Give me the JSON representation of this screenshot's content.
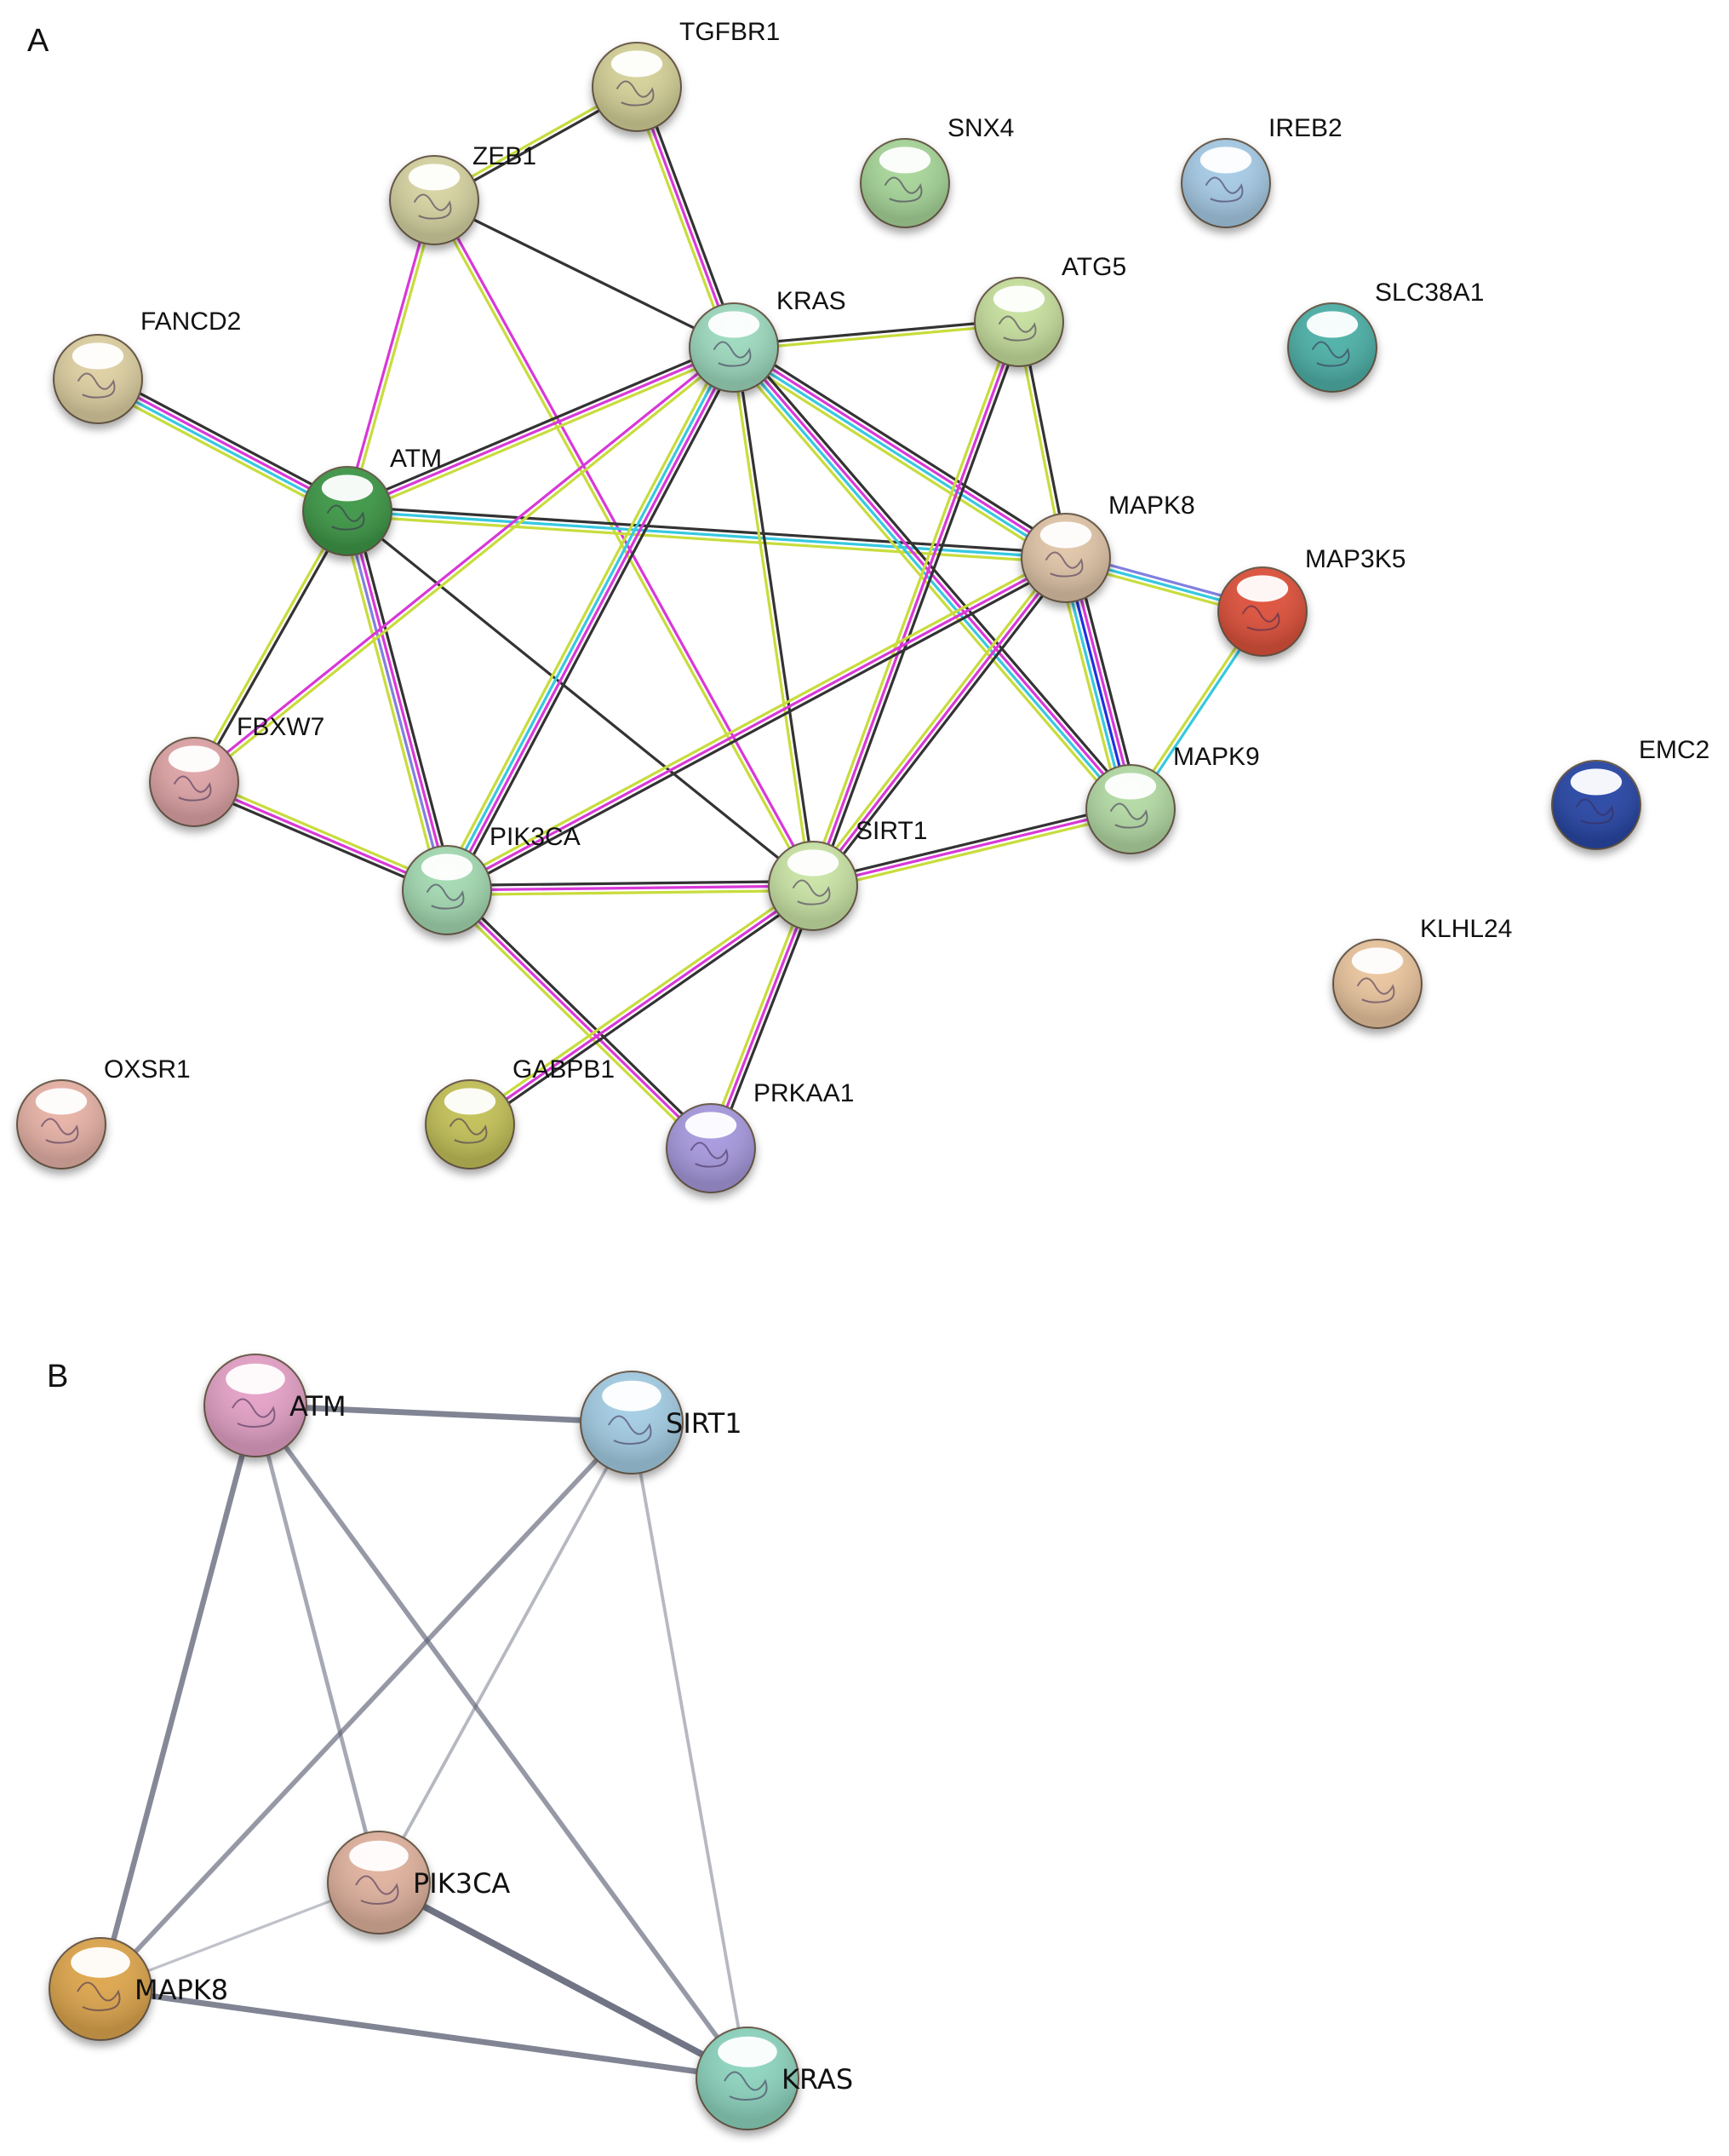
{
  "panels": {
    "a": {
      "letter": "A",
      "nodes": [
        {
          "id": "TGFBR1",
          "label": "TGFBR1",
          "color": "#d7d39a"
        },
        {
          "id": "ZEB1",
          "label": "ZEB1",
          "color": "#d8d5a3"
        },
        {
          "id": "SNX4",
          "label": "SNX4",
          "color": "#a9d89b"
        },
        {
          "id": "IREB2",
          "label": "IREB2",
          "color": "#a8cde8"
        },
        {
          "id": "KRAS",
          "label": "KRAS",
          "color": "#9fdcc0"
        },
        {
          "id": "ATG5",
          "label": "ATG5",
          "color": "#c9e2a0"
        },
        {
          "id": "SLC38A1",
          "label": "SLC38A1",
          "color": "#4fb3aa"
        },
        {
          "id": "FANCD2",
          "label": "FANCD2",
          "color": "#e0d2a4"
        },
        {
          "id": "ATM",
          "label": "ATM",
          "color": "#3f9a4a"
        },
        {
          "id": "MAPK8",
          "label": "MAPK8",
          "color": "#e2c7aa"
        },
        {
          "id": "MAP3K5",
          "label": "MAP3K5",
          "color": "#e0533e"
        },
        {
          "id": "FBXW7",
          "label": "FBXW7",
          "color": "#e0a6a8"
        },
        {
          "id": "MAPK9",
          "label": "MAPK9",
          "color": "#b5dca6"
        },
        {
          "id": "EMC2",
          "label": "EMC2",
          "color": "#2c48a8"
        },
        {
          "id": "PIK3CA",
          "label": "PIK3CA",
          "color": "#a6dcb4"
        },
        {
          "id": "SIRT1",
          "label": "SIRT1",
          "color": "#cce6a8"
        },
        {
          "id": "KLHL24",
          "label": "KLHL24",
          "color": "#ecc7a0"
        },
        {
          "id": "OXSR1",
          "label": "OXSR1",
          "color": "#e9b4a8"
        },
        {
          "id": "GABPB1",
          "label": "GABPB1",
          "color": "#c5c35a"
        },
        {
          "id": "PRKAA1",
          "label": "PRKAA1",
          "color": "#a99be0"
        }
      ],
      "edges": [
        {
          "from": "ZEB1",
          "to": "TGFBR1",
          "colors": [
            "#c8dc3c",
            "#333333"
          ]
        },
        {
          "from": "TGFBR1",
          "to": "KRAS",
          "colors": [
            "#333333",
            "#d838d8",
            "#c8dc3c"
          ]
        },
        {
          "from": "ZEB1",
          "to": "KRAS",
          "colors": [
            "#333333"
          ]
        },
        {
          "from": "ZEB1",
          "to": "ATM",
          "colors": [
            "#c8dc3c",
            "#d838d8"
          ]
        },
        {
          "from": "ZEB1",
          "to": "SIRT1",
          "colors": [
            "#d838d8",
            "#c8dc3c"
          ]
        },
        {
          "from": "FANCD2",
          "to": "ATM",
          "colors": [
            "#333333",
            "#d838d8",
            "#36c8e0",
            "#c8dc3c"
          ]
        },
        {
          "from": "ATM",
          "to": "KRAS",
          "colors": [
            "#333333",
            "#d838d8",
            "#c8dc3c"
          ]
        },
        {
          "from": "ATM",
          "to": "MAPK8",
          "colors": [
            "#333333",
            "#36c8e0",
            "#c8dc3c"
          ]
        },
        {
          "from": "ATM",
          "to": "FBXW7",
          "colors": [
            "#333333",
            "#c8dc3c"
          ]
        },
        {
          "from": "ATM",
          "to": "PIK3CA",
          "colors": [
            "#333333",
            "#d838d8",
            "#8080e0",
            "#c8dc3c"
          ]
        },
        {
          "from": "ATM",
          "to": "SIRT1",
          "colors": [
            "#333333"
          ]
        },
        {
          "from": "KRAS",
          "to": "ATG5",
          "colors": [
            "#333333",
            "#c8dc3c"
          ]
        },
        {
          "from": "KRAS",
          "to": "MAPK8",
          "colors": [
            "#333333",
            "#d838d8",
            "#36c8e0",
            "#c8dc3c"
          ]
        },
        {
          "from": "KRAS",
          "to": "MAPK9",
          "colors": [
            "#333333",
            "#d838d8",
            "#36c8e0",
            "#c8dc3c"
          ]
        },
        {
          "from": "KRAS",
          "to": "PIK3CA",
          "colors": [
            "#333333",
            "#d838d8",
            "#36c8e0",
            "#c8dc3c"
          ]
        },
        {
          "from": "KRAS",
          "to": "SIRT1",
          "colors": [
            "#333333",
            "#c8dc3c"
          ]
        },
        {
          "from": "KRAS",
          "to": "FBXW7",
          "colors": [
            "#c8dc3c",
            "#d838d8"
          ]
        },
        {
          "from": "ATG5",
          "to": "MAPK8",
          "colors": [
            "#333333",
            "#c8dc3c"
          ]
        },
        {
          "from": "ATG5",
          "to": "SIRT1",
          "colors": [
            "#333333",
            "#d838d8",
            "#c8dc3c"
          ]
        },
        {
          "from": "MAPK8",
          "to": "MAP3K5",
          "colors": [
            "#8080e0",
            "#36c8e0",
            "#c8dc3c"
          ]
        },
        {
          "from": "MAPK8",
          "to": "MAPK9",
          "colors": [
            "#333333",
            "#d838d8",
            "#2030e0",
            "#36c8e0",
            "#c8dc3c"
          ]
        },
        {
          "from": "MAPK8",
          "to": "PIK3CA",
          "colors": [
            "#333333",
            "#d838d8",
            "#c8dc3c"
          ]
        },
        {
          "from": "MAPK8",
          "to": "SIRT1",
          "colors": [
            "#333333",
            "#d838d8",
            "#c8dc3c"
          ]
        },
        {
          "from": "MAP3K5",
          "to": "MAPK9",
          "colors": [
            "#36c8e0",
            "#c8dc3c"
          ]
        },
        {
          "from": "FBXW7",
          "to": "PIK3CA",
          "colors": [
            "#c8dc3c",
            "#d838d8",
            "#333333"
          ]
        },
        {
          "from": "PIK3CA",
          "to": "SIRT1",
          "colors": [
            "#333333",
            "#d838d8",
            "#c8dc3c"
          ]
        },
        {
          "from": "PIK3CA",
          "to": "PRKAA1",
          "colors": [
            "#333333",
            "#d838d8",
            "#c8dc3c"
          ]
        },
        {
          "from": "SIRT1",
          "to": "MAPK9",
          "colors": [
            "#333333",
            "#d838d8",
            "#c8dc3c"
          ]
        },
        {
          "from": "SIRT1",
          "to": "PRKAA1",
          "colors": [
            "#333333",
            "#d838d8",
            "#c8dc3c"
          ]
        },
        {
          "from": "SIRT1",
          "to": "GABPB1",
          "colors": [
            "#333333",
            "#d838d8",
            "#c8dc3c"
          ]
        },
        {
          "from": "KRAS",
          "to": "MAP3K5",
          "colors": []
        }
      ]
    },
    "b": {
      "letter": "B",
      "nodes": [
        {
          "id": "ATM",
          "label": "ATM",
          "color": "#e6a3c8"
        },
        {
          "id": "SIRT1",
          "label": "SIRT1",
          "color": "#a6cfe6"
        },
        {
          "id": "PIK3CA",
          "label": "PIK3CA",
          "color": "#e2b4a0"
        },
        {
          "id": "MAPK8",
          "label": "MAPK8",
          "color": "#e0a850"
        },
        {
          "id": "KRAS",
          "label": "KRAS",
          "color": "#8fd6c0"
        }
      ],
      "edges": [
        {
          "from": "ATM",
          "to": "SIRT1",
          "weight": 0.8
        },
        {
          "from": "ATM",
          "to": "MAPK8",
          "weight": 0.75
        },
        {
          "from": "ATM",
          "to": "PIK3CA",
          "weight": 0.45
        },
        {
          "from": "ATM",
          "to": "KRAS",
          "weight": 0.6
        },
        {
          "from": "SIRT1",
          "to": "MAPK8",
          "weight": 0.6
        },
        {
          "from": "SIRT1",
          "to": "PIK3CA",
          "weight": 0.3
        },
        {
          "from": "SIRT1",
          "to": "KRAS",
          "weight": 0.3
        },
        {
          "from": "PIK3CA",
          "to": "MAPK8",
          "weight": 0.2
        },
        {
          "from": "PIK3CA",
          "to": "KRAS",
          "weight": 0.95
        },
        {
          "from": "MAPK8",
          "to": "KRAS",
          "weight": 0.8
        }
      ]
    }
  }
}
